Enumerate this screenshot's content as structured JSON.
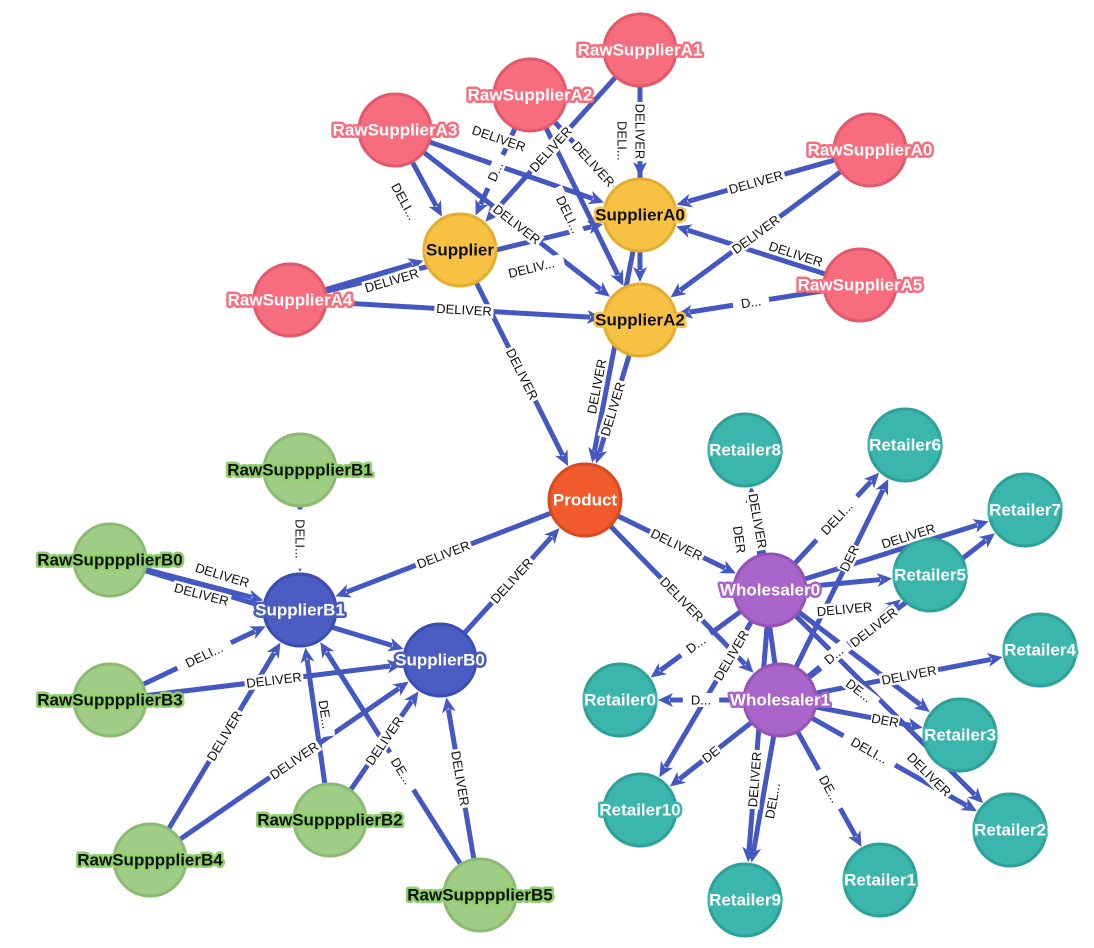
{
  "title": "Supply chain graph",
  "relationship_label": "DELIVER",
  "groups": {
    "raw_a": {
      "fill": "#f76d7e",
      "border": "#e05a6b",
      "text": "#ffffff",
      "halo": "#f76d7e"
    },
    "supplier_a": {
      "fill": "#f7c244",
      "border": "#e3ad2e",
      "text": "#111111",
      "halo": "#f7c244"
    },
    "product": {
      "fill": "#f05a2c",
      "border": "#d84a20",
      "text": "#ffffff",
      "halo": "#f05a2c"
    },
    "raw_b": {
      "fill": "#a0cd85",
      "border": "#8dba72",
      "text": "#111111",
      "halo": "#8ed06a"
    },
    "supplier_b": {
      "fill": "#4a5dc2",
      "border": "#3b4db0",
      "text": "#ffffff",
      "halo": "#4a5dc2"
    },
    "wholesaler": {
      "fill": "#a864c8",
      "border": "#9554b5",
      "text": "#ffffff",
      "halo": "#a864c8"
    },
    "retailer": {
      "fill": "#3bb6ac",
      "border": "#2fa097",
      "text": "#ffffff",
      "halo": "#3bb6ac"
    }
  },
  "nodes": [
    {
      "id": "RawSupplierA1",
      "label": "RawSupplierA1",
      "group": "raw_a"
    },
    {
      "id": "RawSupplierA2",
      "label": "RawSupplierA2",
      "group": "raw_a"
    },
    {
      "id": "RawSupplierA3",
      "label": "RawSupplierA3",
      "group": "raw_a"
    },
    {
      "id": "RawSupplierA0",
      "label": "RawSupplierA0",
      "group": "raw_a"
    },
    {
      "id": "RawSupplierA5",
      "label": "RawSupplierA5",
      "group": "raw_a"
    },
    {
      "id": "RawSupplierA4",
      "label": "RawSupplierA4",
      "group": "raw_a"
    },
    {
      "id": "SupplierA1",
      "label": "Supplier",
      "group": "supplier_a"
    },
    {
      "id": "SupplierA0",
      "label": "SupplierA0",
      "group": "supplier_a"
    },
    {
      "id": "SupplierA2",
      "label": "SupplierA2",
      "group": "supplier_a"
    },
    {
      "id": "Product",
      "label": "Product",
      "group": "product"
    },
    {
      "id": "RawSupppplierB1",
      "label": "RawSupppplierB1",
      "group": "raw_b"
    },
    {
      "id": "RawSupppplierB0",
      "label": "RawSupppplierB0",
      "group": "raw_b"
    },
    {
      "id": "RawSupppplierB3",
      "label": "RawSupppplierB3",
      "group": "raw_b"
    },
    {
      "id": "SupplierB0",
      "label": "SupplierB0",
      "group": "supplier_b"
    },
    {
      "id": "SupplierB1",
      "label": "SupplierB1",
      "group": "supplier_b"
    },
    {
      "id": "RawSupppplierB2",
      "label": "RawSupppplierB2",
      "group": "raw_b"
    },
    {
      "id": "RawSupppplierB4",
      "label": "RawSupppplierB4",
      "group": "raw_b"
    },
    {
      "id": "RawSupppplierB5",
      "label": "RawSupppplierB5",
      "group": "raw_b"
    },
    {
      "id": "Retailer8",
      "label": "Retailer8",
      "group": "retailer"
    },
    {
      "id": "Retailer6",
      "label": "Retailer6",
      "group": "retailer"
    },
    {
      "id": "Retailer7",
      "label": "Retailer7",
      "group": "retailer"
    },
    {
      "id": "Retailer5",
      "label": "Retailer5",
      "group": "retailer"
    },
    {
      "id": "Retailer4",
      "label": "Retailer4",
      "group": "retailer"
    },
    {
      "id": "Retailer3",
      "label": "Retailer3",
      "group": "retailer"
    },
    {
      "id": "Retailer0",
      "label": "Retailer0",
      "group": "retailer"
    },
    {
      "id": "Retailer10",
      "label": "Retailer10",
      "group": "retailer"
    },
    {
      "id": "Retailer2",
      "label": "Retailer2",
      "group": "retailer"
    },
    {
      "id": "Retailer1",
      "label": "Retailer1",
      "group": "retailer"
    },
    {
      "id": "Retailer9",
      "label": "Retailer9",
      "group": "retailer"
    },
    {
      "id": "Wholesaler0",
      "label": "Wholesaler0",
      "group": "wholesaler"
    },
    {
      "id": "Wholesaler1",
      "label": "Wholesaler1",
      "group": "wholesaler"
    }
  ],
  "edges": [
    {
      "from": "RawSupplierA1",
      "to": "SupplierA0",
      "label": "DELIVER"
    },
    {
      "from": "RawSupplierA1",
      "to": "SupplierA1",
      "label": "DELIVER"
    },
    {
      "from": "RawSupplierA1",
      "to": "SupplierA2",
      "label": "DELI..."
    },
    {
      "from": "RawSupplierA2",
      "to": "SupplierA0",
      "label": "DELIVER"
    },
    {
      "from": "RawSupplierA2",
      "to": "SupplierA1",
      "label": "D..."
    },
    {
      "from": "RawSupplierA2",
      "to": "SupplierA2",
      "label": "DELI..."
    },
    {
      "from": "RawSupplierA3",
      "to": "SupplierA0",
      "label": "DELIVER"
    },
    {
      "from": "RawSupplierA3",
      "to": "SupplierA1",
      "label": "DELI..."
    },
    {
      "from": "RawSupplierA3",
      "to": "SupplierA2",
      "label": "DELIVER"
    },
    {
      "from": "RawSupplierA0",
      "to": "SupplierA0",
      "label": "DELIVER"
    },
    {
      "from": "RawSupplierA0",
      "to": "SupplierA2",
      "label": "DELIVER"
    },
    {
      "from": "RawSupplierA5",
      "to": "SupplierA0",
      "label": "DELIVER"
    },
    {
      "from": "RawSupplierA5",
      "to": "SupplierA2",
      "label": "D..."
    },
    {
      "from": "RawSupplierA4",
      "to": "SupplierA1",
      "label": "DELIVER"
    },
    {
      "from": "RawSupplierA4",
      "to": "SupplierA0",
      "label": "DELIV..."
    },
    {
      "from": "RawSupplierA4",
      "to": "SupplierA2",
      "label": "DELIVER"
    },
    {
      "from": "SupplierA1",
      "to": "Product",
      "label": "DELIVER"
    },
    {
      "from": "SupplierA2",
      "to": "Product",
      "label": "DELIVER"
    },
    {
      "from": "SupplierA0",
      "to": "Product",
      "label": "DELIVER"
    },
    {
      "from": "Product",
      "to": "SupplierB1",
      "label": "DELIVER"
    },
    {
      "from": "SupplierB0",
      "to": "Product",
      "label": "DELIVER"
    },
    {
      "from": "RawSupppplierB1",
      "to": "SupplierB1",
      "label": "DELI..."
    },
    {
      "from": "RawSupppplierB0",
      "to": "SupplierB1",
      "label": "DELIVER"
    },
    {
      "from": "RawSupppplierB0",
      "to": "SupplierB0",
      "label": "DELIVER"
    },
    {
      "from": "RawSupppplierB3",
      "to": "SupplierB1",
      "label": "DELI..."
    },
    {
      "from": "RawSupppplierB3",
      "to": "SupplierB0",
      "label": "DELIVER"
    },
    {
      "from": "RawSupppplierB4",
      "to": "SupplierB1",
      "label": "DELIVER"
    },
    {
      "from": "RawSupppplierB4",
      "to": "SupplierB0",
      "label": "DELIVER"
    },
    {
      "from": "RawSupppplierB2",
      "to": "SupplierB1",
      "label": "DE..."
    },
    {
      "from": "RawSupppplierB2",
      "to": "SupplierB0",
      "label": "DELIVER"
    },
    {
      "from": "RawSupppplierB5",
      "to": "SupplierB1",
      "label": "DE..."
    },
    {
      "from": "RawSupppplierB5",
      "to": "SupplierB0",
      "label": "DELIVER"
    },
    {
      "from": "Product",
      "to": "Wholesaler0",
      "label": "DELIVER"
    },
    {
      "from": "Product",
      "to": "Wholesaler1",
      "label": "DELIVER"
    },
    {
      "from": "Wholesaler0",
      "to": "Retailer8",
      "label": "DELIVER"
    },
    {
      "from": "Wholesaler1",
      "to": "Retailer8",
      "label": "DER"
    },
    {
      "from": "Wholesaler0",
      "to": "Retailer6",
      "label": "DELI..."
    },
    {
      "from": "Wholesaler1",
      "to": "Retailer6",
      "label": "DER"
    },
    {
      "from": "Wholesaler0",
      "to": "Retailer7",
      "label": "DELIVER"
    },
    {
      "from": "Wholesaler1",
      "to": "Retailer7",
      "label": "DELIVER"
    },
    {
      "from": "Wholesaler0",
      "to": "Retailer5",
      "label": "DELIVER"
    },
    {
      "from": "Wholesaler1",
      "to": "Retailer5",
      "label": "D..."
    },
    {
      "from": "Wholesaler1",
      "to": "Retailer4",
      "label": "DELIVER"
    },
    {
      "from": "Wholesaler0",
      "to": "Retailer3",
      "label": "DE..."
    },
    {
      "from": "Wholesaler1",
      "to": "Retailer3",
      "label": "DER"
    },
    {
      "from": "Wholesaler0",
      "to": "Retailer0",
      "label": "D..."
    },
    {
      "from": "Wholesaler1",
      "to": "Retailer0",
      "label": "D..."
    },
    {
      "from": "Wholesaler0",
      "to": "Retailer10",
      "label": "DELIVER"
    },
    {
      "from": "Wholesaler1",
      "to": "Retailer10",
      "label": "DE"
    },
    {
      "from": "Wholesaler0",
      "to": "Retailer9",
      "label": "DELIVER"
    },
    {
      "from": "Wholesaler1",
      "to": "Retailer9",
      "label": "DEL..."
    },
    {
      "from": "Wholesaler1",
      "to": "Retailer1",
      "label": "DE..."
    },
    {
      "from": "Wholesaler0",
      "to": "Retailer2",
      "label": "DELIVER"
    },
    {
      "from": "Wholesaler1",
      "to": "Retailer2",
      "label": "DELI..."
    }
  ]
}
